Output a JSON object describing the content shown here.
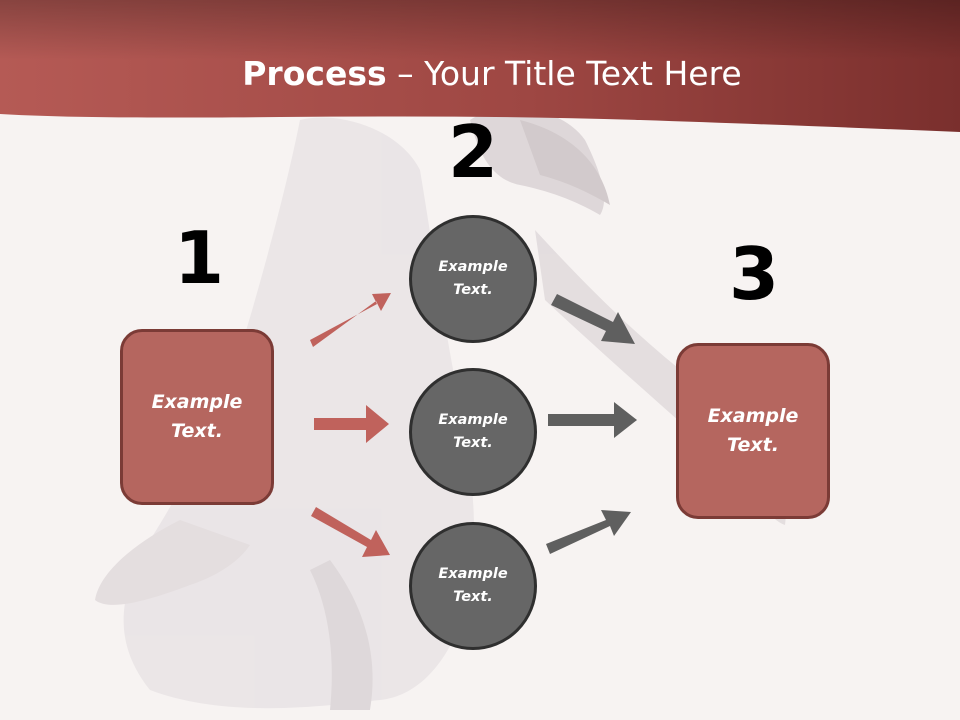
{
  "slide": {
    "title_bold": "Process",
    "title_rest": " – Your Title Text Here"
  },
  "steps": {
    "step1": {
      "number": "1"
    },
    "step2": {
      "number": "2"
    },
    "step3": {
      "number": "3"
    }
  },
  "left_box": {
    "line1": "Example",
    "line2": "Text."
  },
  "right_box": {
    "line1": "Example",
    "line2": "Text."
  },
  "circles": [
    {
      "line1": "Example",
      "line2": "Text."
    },
    {
      "line1": "Example",
      "line2": "Text."
    },
    {
      "line1": "Example",
      "line2": "Text."
    }
  ],
  "colors": {
    "header": "#9b4440",
    "box_fill": "#b5665f",
    "box_border": "#7b3b36",
    "circle_fill": "#666666",
    "circle_border": "#2f2f2f",
    "arrow_red": "#c0625c",
    "arrow_gray": "#5f5f5f"
  }
}
